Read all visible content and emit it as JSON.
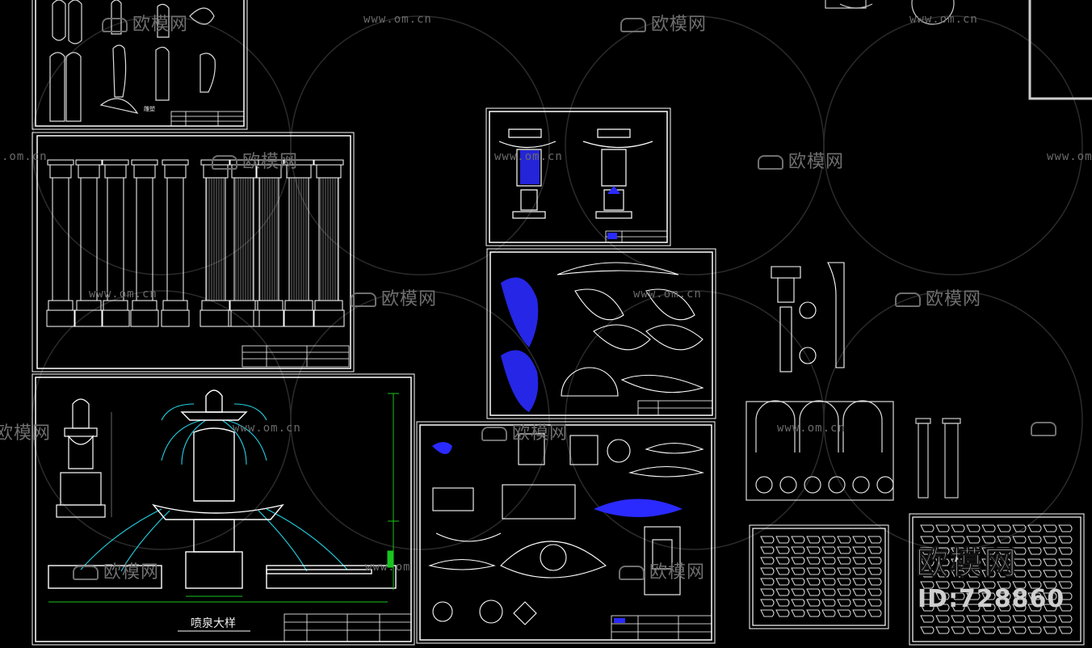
{
  "watermark": {
    "brand": "欧模网",
    "url": "www.om.cn",
    "url_partial": ".om.cn",
    "url_cut": "www.om"
  },
  "drawings": {
    "fountain_caption": "喷泉大样"
  },
  "stamp": {
    "brand": "欧模网",
    "id_text": "ID:728860"
  },
  "colors": {
    "background": "#000000",
    "linework": "#ffffff",
    "accent_blue": "#2a2aff",
    "accent_cyan": "#22d3e6",
    "dimension_green": "#19c41e",
    "watermark_gray": "#6f6f6f"
  }
}
